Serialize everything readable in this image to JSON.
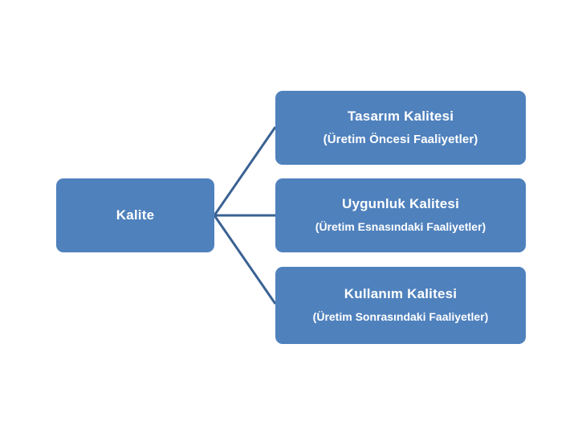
{
  "diagram": {
    "type": "tree-breakdown",
    "background_color": "#FFFFFF",
    "node_fill_color": "#4F81BD",
    "node_text_color": "#FFFFFF",
    "connector_color": "#3A6293",
    "root": {
      "title": "Kalite"
    },
    "branches": [
      {
        "title": "Tasarım Kalitesi",
        "subtitle": "(Üretim Öncesi Faaliyetler)"
      },
      {
        "title": "Uygunluk Kalitesi",
        "subtitle": "(Üretim Esnasındaki Faaliyetler)"
      },
      {
        "title": "Kullanım Kalitesi",
        "subtitle": "(Üretim Sonrasındaki Faaliyetler)"
      }
    ]
  }
}
